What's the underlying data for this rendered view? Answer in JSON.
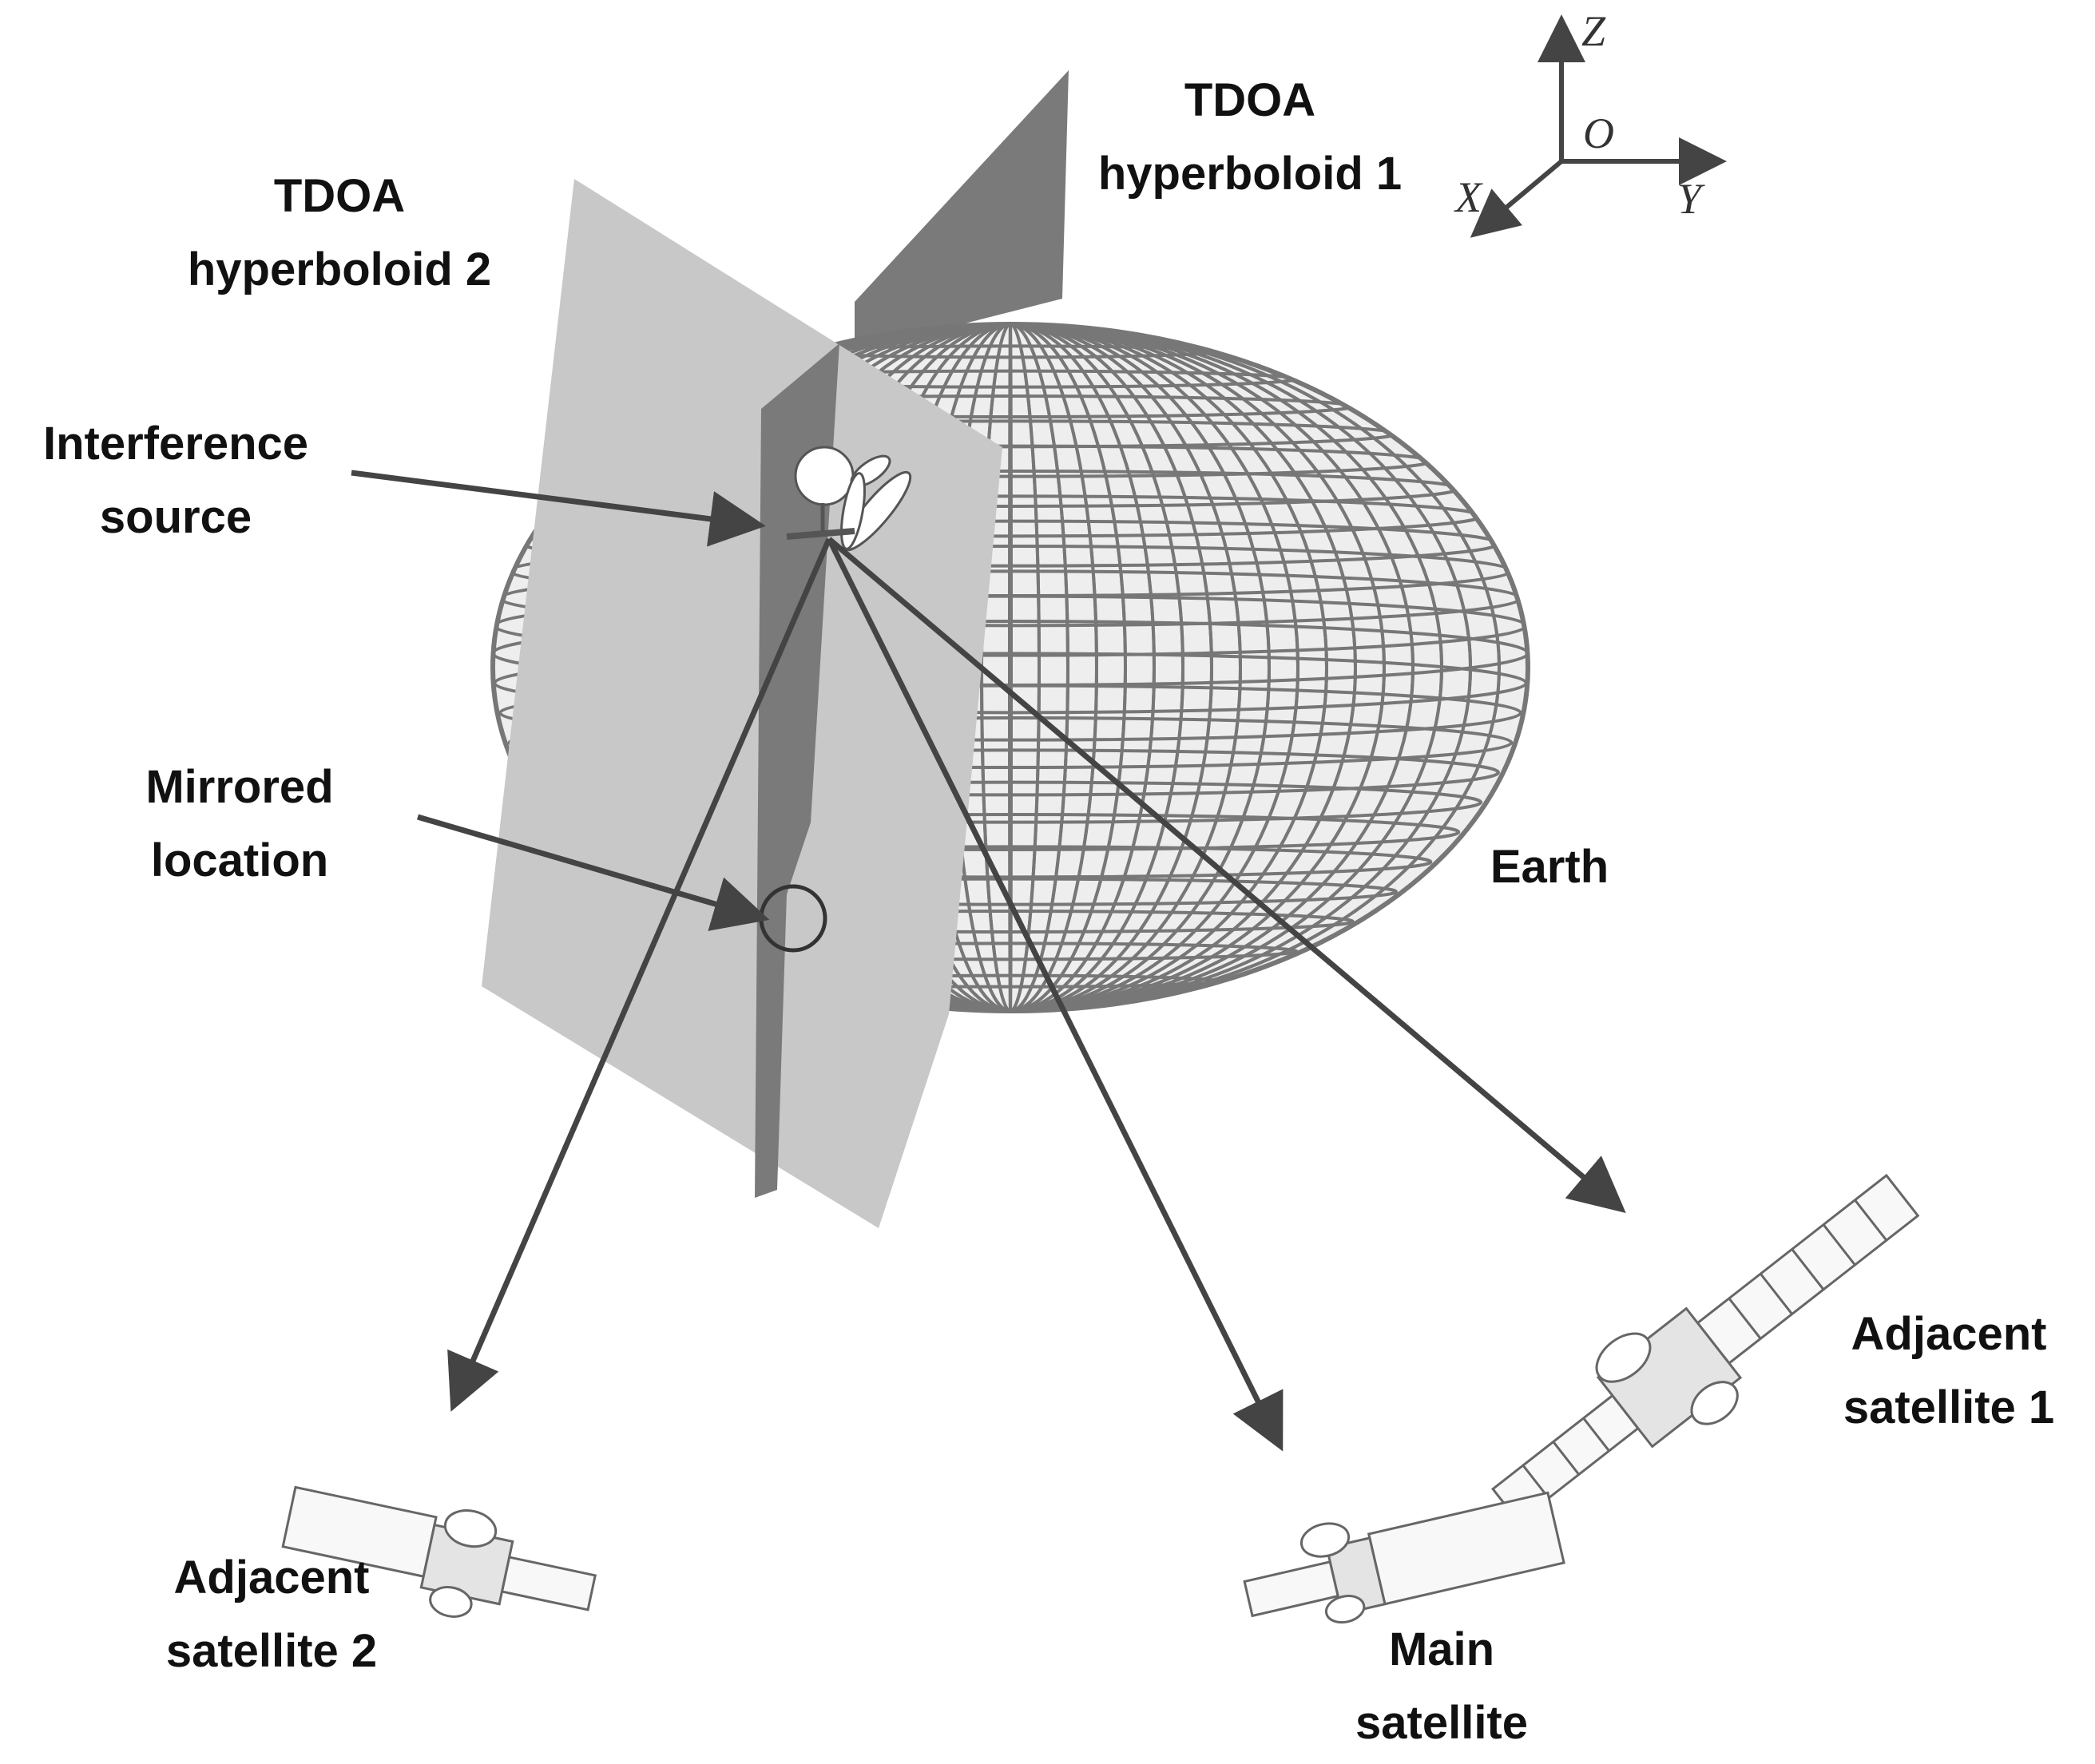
{
  "labels": {
    "tdoa1_line1": "TDOA",
    "tdoa1_line2": "hyperboloid 1",
    "tdoa2_line1": "TDOA",
    "tdoa2_line2": "hyperboloid 2",
    "interference_line1": "Interference",
    "interference_line2": "source",
    "mirrored_line1": "Mirrored",
    "mirrored_line2": "location",
    "earth": "Earth",
    "adj1_line1": "Adjacent",
    "adj1_line2": "satellite 1",
    "adj2_line1": "Adjacent",
    "adj2_line2": "satellite 2",
    "main_line1": "Main",
    "main_line2": "satellite"
  },
  "axes": {
    "z": "Z",
    "o": "O",
    "x": "X",
    "y": "Y"
  },
  "colors": {
    "earth_fill": "#eeeeee",
    "earth_grid": "#777777",
    "plane_light": "#c8c8c8",
    "plane_dark": "#7a7a7a",
    "arrow": "#444444"
  }
}
